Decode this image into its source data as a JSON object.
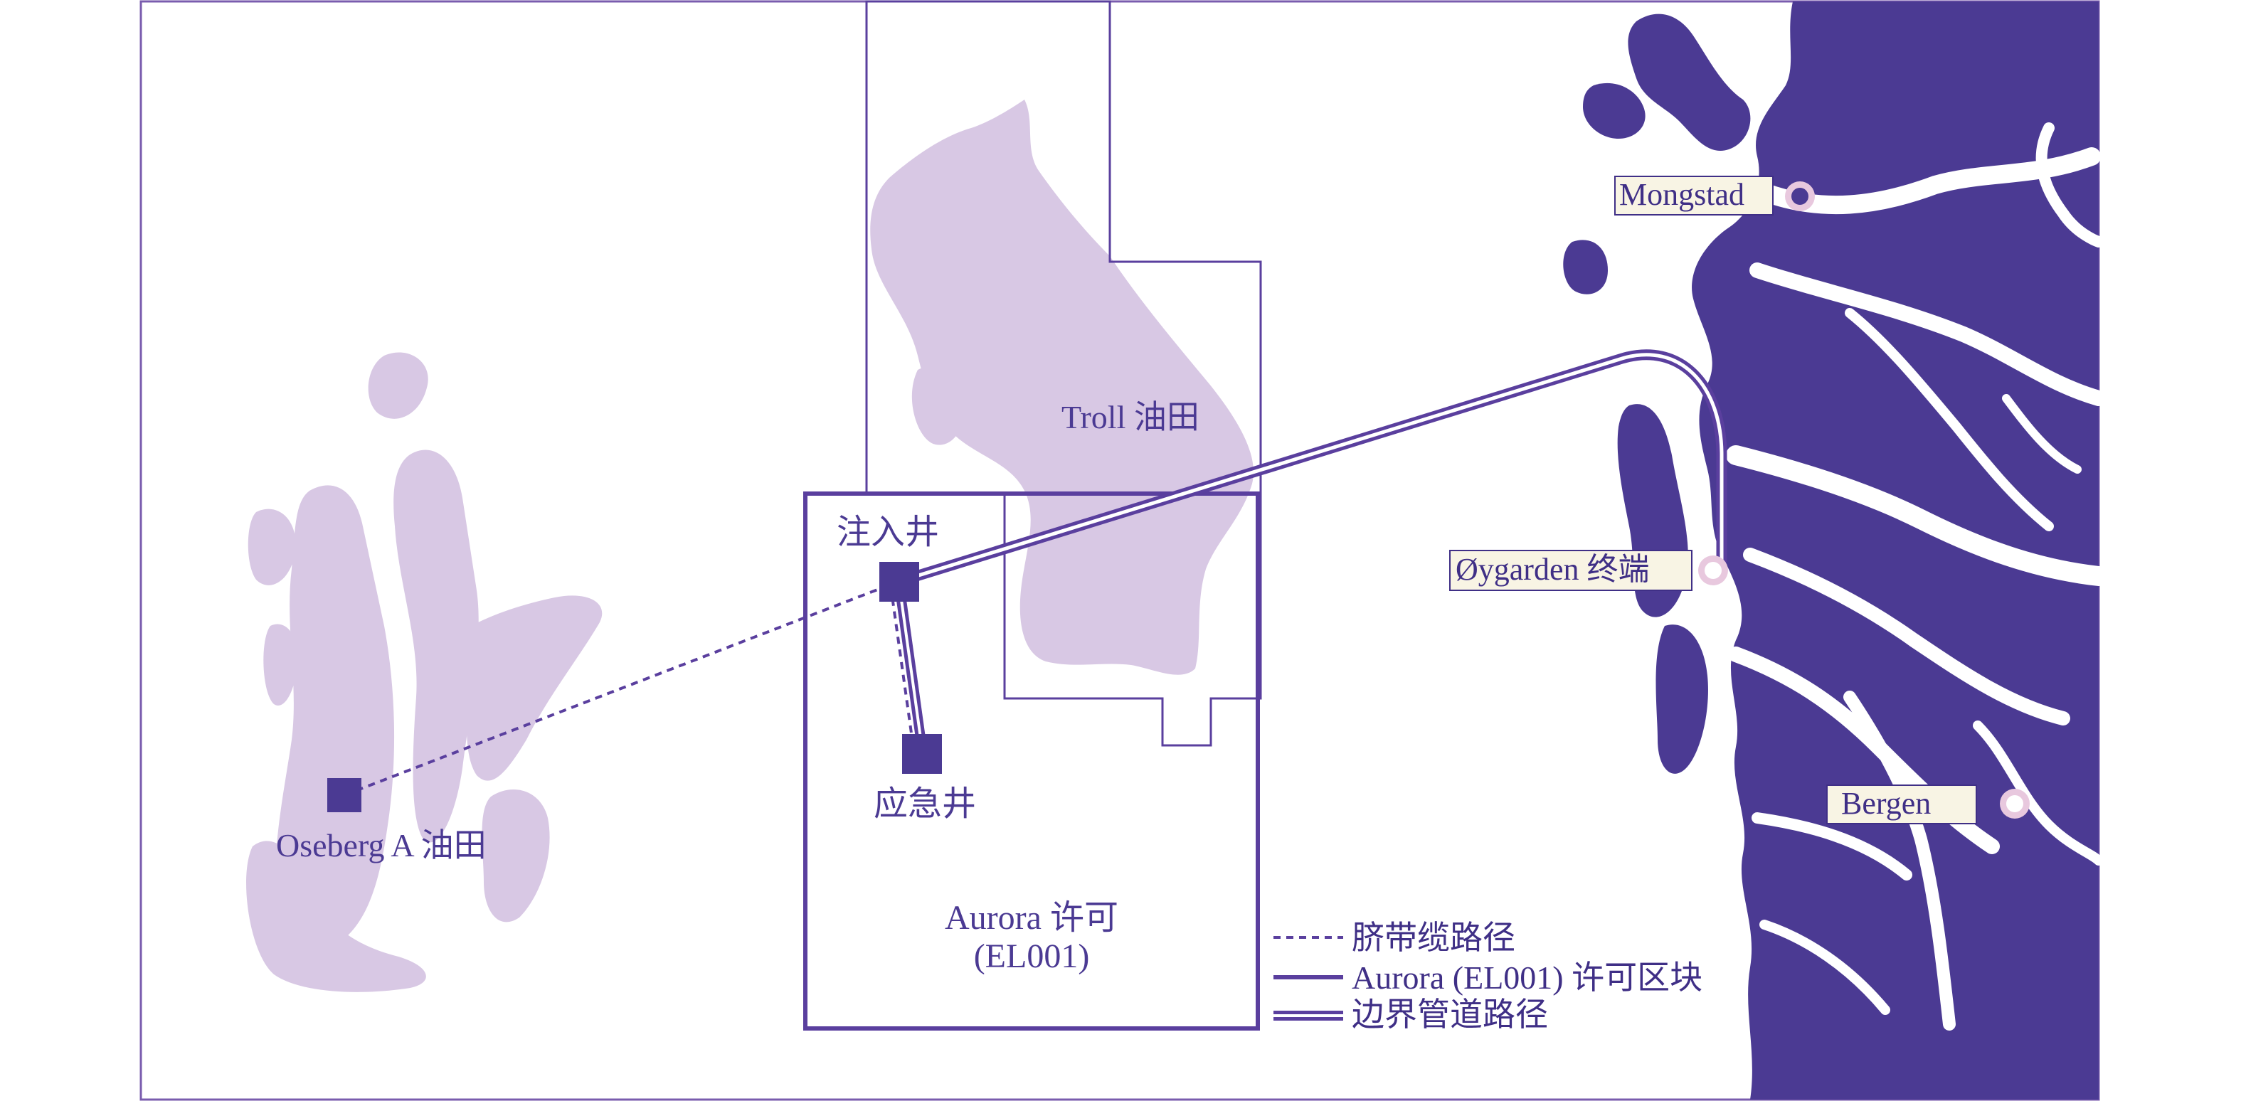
{
  "fields": {
    "oseberg": "Oseberg A 油田",
    "troll": "Troll 油田"
  },
  "wells": {
    "injection": "注入井",
    "emergency": "应急井"
  },
  "license": {
    "name": "Aurora 许可",
    "code": "(EL001)"
  },
  "places": {
    "mongstad": "Mongstad",
    "oygarden": "Øygarden 终端",
    "bergen": "Bergen"
  },
  "legend": {
    "umbilical": "脐带缆路径",
    "license_block": "Aurora (EL001) 许可区块",
    "pipeline": "边界管道路径"
  },
  "colors": {
    "land": "#4b3a93",
    "field": "#d8c8e4",
    "outline": "#5a3f9e",
    "label_box": "#f8f4e4",
    "marker_ring": "#e8c8de"
  }
}
